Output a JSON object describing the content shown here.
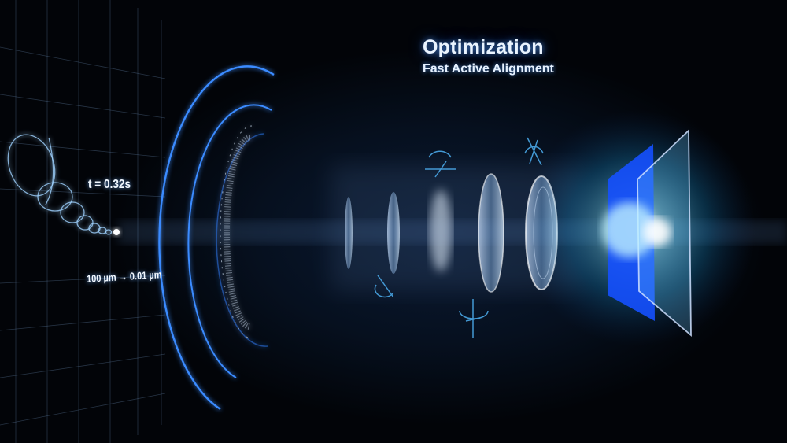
{
  "header": {
    "title": "Optimization",
    "subtitle": "Fast Active Alignment"
  },
  "annotations": {
    "time": "t = 0.32s",
    "precision": "100 µm → 0.01 µm"
  },
  "scene": {
    "elements": [
      "coordinate-grid",
      "spiral-trajectory",
      "aperture-rings",
      "lens-stack",
      "rotation-axis-icons",
      "image-sensor"
    ],
    "lens_count": 5,
    "colors": {
      "background": "#020408",
      "beam": "#dceaff",
      "ring_glow": "#3a8bff",
      "sensor_blue": "#1550ff",
      "sensor_cyan": "#36c8ff",
      "icon_accent": "#4aa8e8"
    }
  }
}
